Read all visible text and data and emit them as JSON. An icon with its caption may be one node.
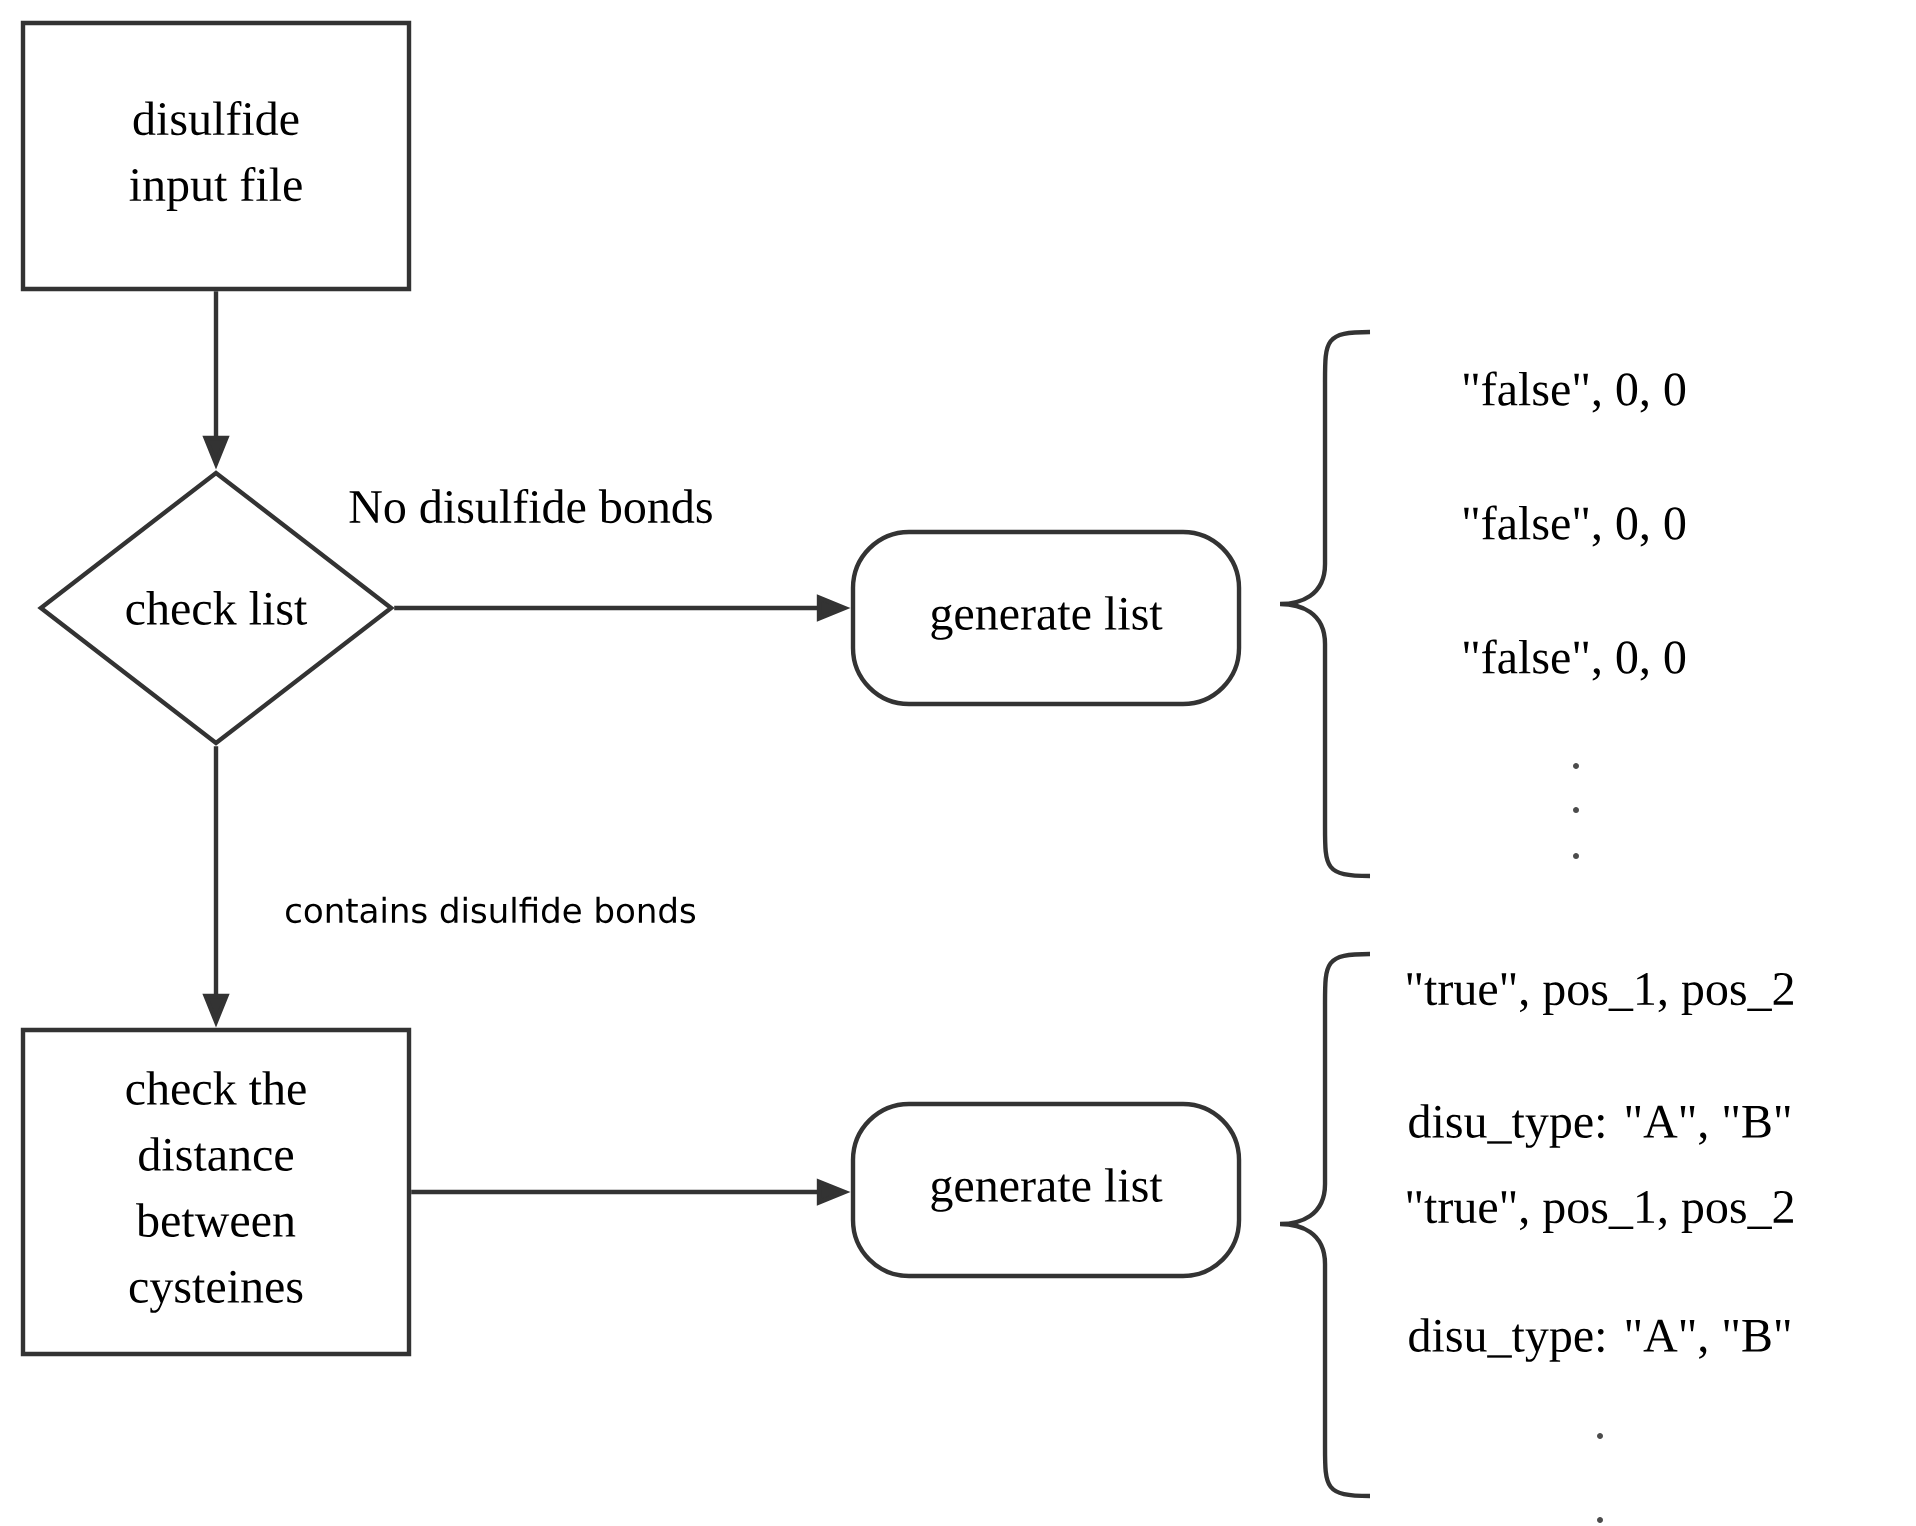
{
  "diagram": {
    "nodes": [
      {
        "text": [
          "disulfide input file"
        ]
      },
      {
        "text": [
          "check list"
        ]
      },
      {
        "text": [
          "generate list"
        ]
      },
      {
        "text": [
          "check the distance between cysteines"
        ]
      },
      {
        "text": [
          "generate list"
        ]
      }
    ],
    "edges": [
      {
        "from": 0,
        "to": 1,
        "arrow": "to"
      },
      {
        "from": 1,
        "to": 2,
        "arrow": "to",
        "label": "No disulfide bonds"
      },
      {
        "from": 1,
        "to": 3,
        "arrow": "to",
        "label": "contains disulfide bonds"
      },
      {
        "from": 3,
        "to": 4,
        "arrow": "to"
      }
    ],
    "labels": [
      "\"false\", 0, 0",
      "\"false\", 0, 0",
      "\"false\", 0, 0",
      "\"true\", pos_1, pos_2",
      "disu_type: \"A\", \"B\"",
      "\"true\", pos_1, pos_2",
      "disu_type: \"A\", \"B\""
    ]
  }
}
